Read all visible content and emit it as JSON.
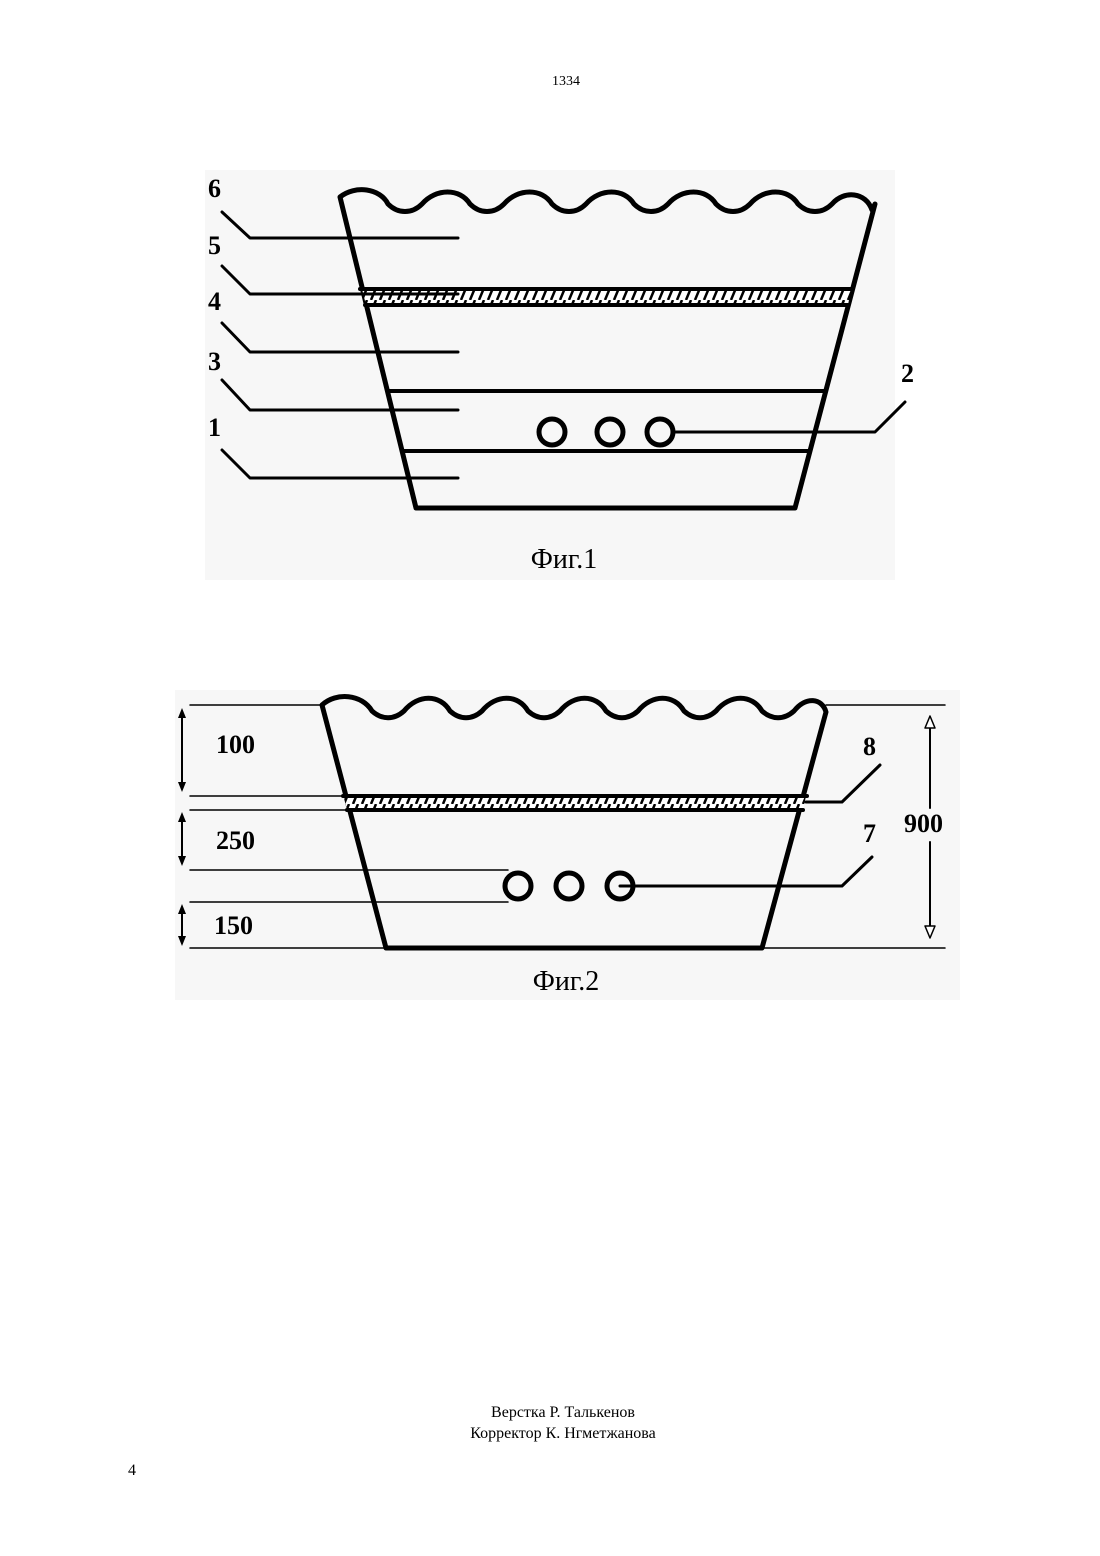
{
  "header": {
    "doc_number": "1334"
  },
  "figure1": {
    "caption": "Фиг.1",
    "labels": {
      "l6": "6",
      "l5": "5",
      "l4": "4",
      "l3": "3",
      "l1": "1",
      "l2": "2"
    }
  },
  "figure2": {
    "caption": "Фиг.2",
    "labels": {
      "d100": "100",
      "d250": "250",
      "d150": "150",
      "l8": "8",
      "l7": "7",
      "d900": "900"
    }
  },
  "footer": {
    "layout_credit": "Верстка Р. Талькенов",
    "proof_credit": "Корректор К. Нгметжанова",
    "page_number": "4"
  }
}
